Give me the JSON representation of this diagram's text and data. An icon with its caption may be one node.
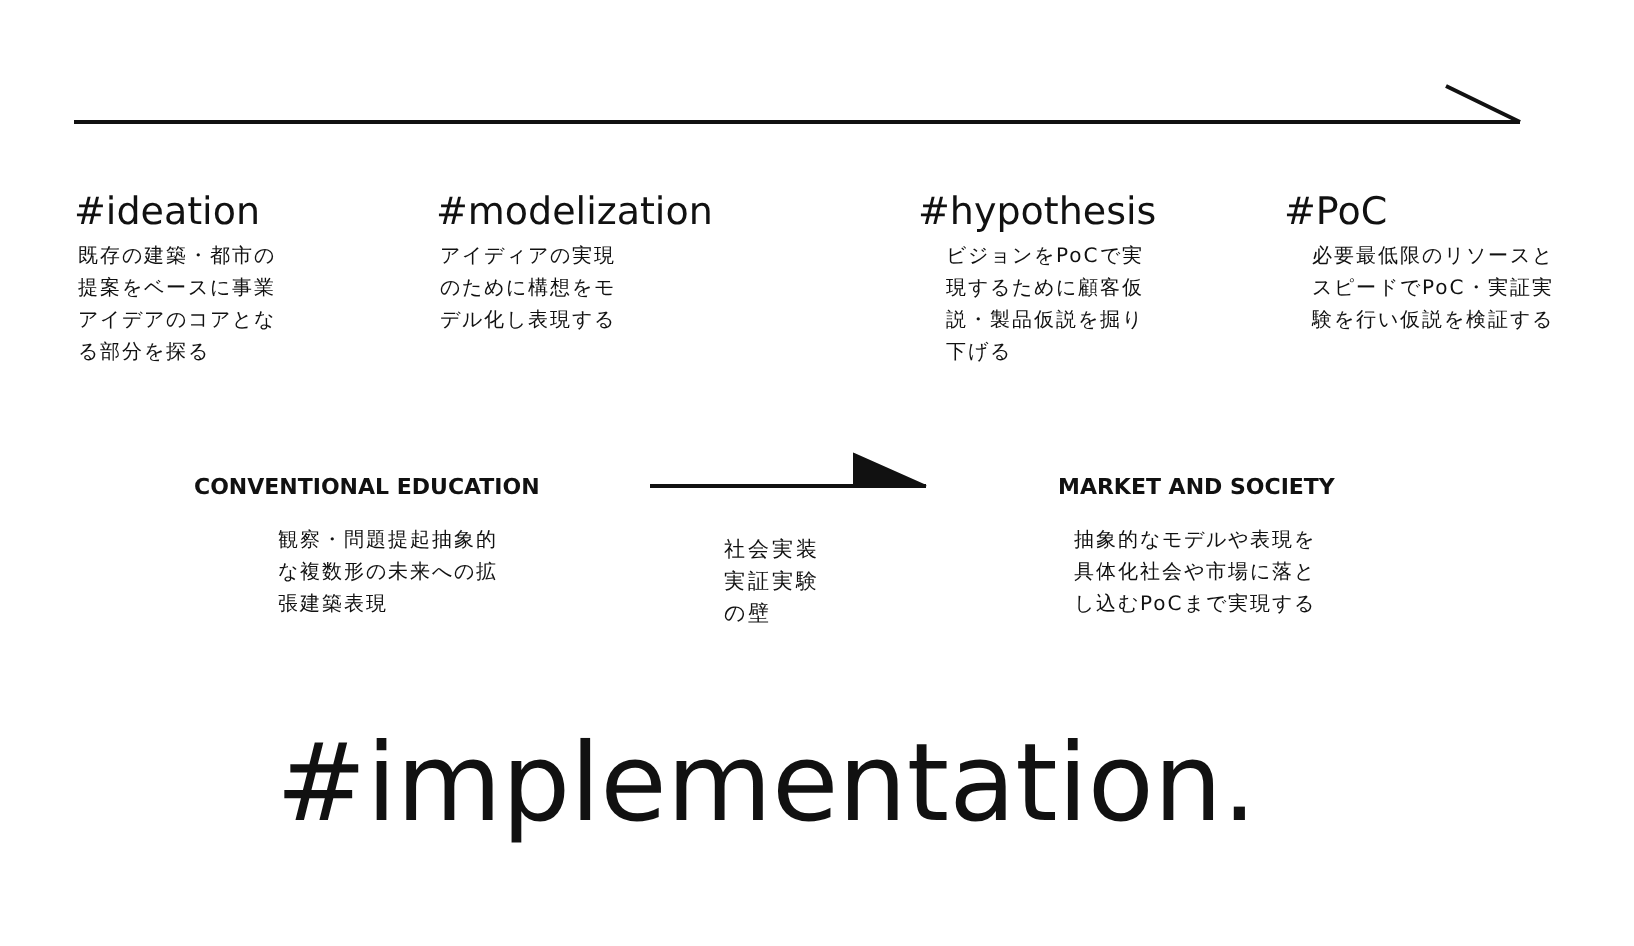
{
  "diagram": {
    "caption": "#implementation.",
    "nodes": [
      {
        "text": [
          "CONVENTIONAL EDUCATION",
          "観察・問題提起抽象的な複数形の未来への拡張建築表現"
        ]
      },
      {
        "text": [
          "MARKET AND SOCIETY",
          "抽象的なモデルや表現を具体化社会や市場に落とし込むPoCまで実現する"
        ]
      }
    ],
    "edges": [
      {
        "from": 0,
        "to": 1,
        "arrow": "to",
        "label": "社会実装実証実験の壁"
      }
    ],
    "labels": [
      "#ideation",
      "既存の建築・都市の提案をベースに事業アイデアのコアとなる部分を探る",
      "#modelization",
      "アイディアの実現のために構想をモデル化し表現する",
      "#hypothesis",
      "ビジョンをPoCで実現するために顧客仮説・製品仮説を掘り下げる",
      "#PoC",
      "必要最低限のリソースとスピードでPoC・実証実験を行い仮説を検証する"
    ]
  }
}
